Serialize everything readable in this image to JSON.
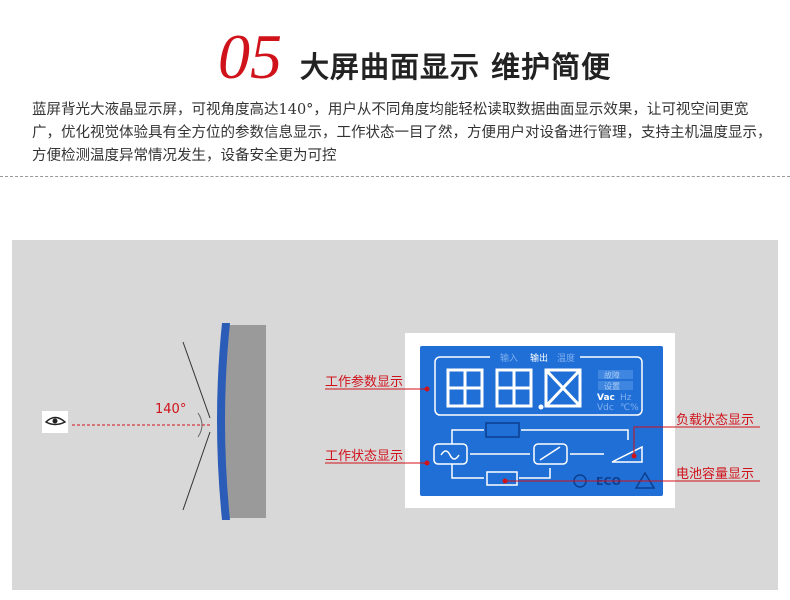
{
  "title": {
    "number": "05",
    "heading": "大屏曲面显示 维护简便"
  },
  "description": "蓝屏背光大液晶显示屏，可视角度高达140°，用户从不同角度均能轻松读取数据曲面显示效果，让可视空间更宽广，优化视觉体验具有全方位的参数信息显示，工作状态一目了然，方便用户对设备进行管理，支持主机温度显示，方便检测温度异常情况发生，设备安全更为可控",
  "diagram": {
    "angle_label": "140°",
    "labels": {
      "params": "工作参数显示",
      "status": "工作状态显示",
      "load": "负载状态显示",
      "battery": "电池容量显示"
    },
    "lcd": {
      "mode_in": "输入",
      "mode_out": "输出",
      "mode_temp": "温度",
      "fault": "故障",
      "setting": "设置",
      "vac": "Vac",
      "hz": "Hz",
      "vdc": "Vdc",
      "pct": "℃%",
      "eco": "ECO"
    }
  },
  "colors": {
    "accent": "#d0121b",
    "lcd_blue": "#1f6fd6"
  }
}
